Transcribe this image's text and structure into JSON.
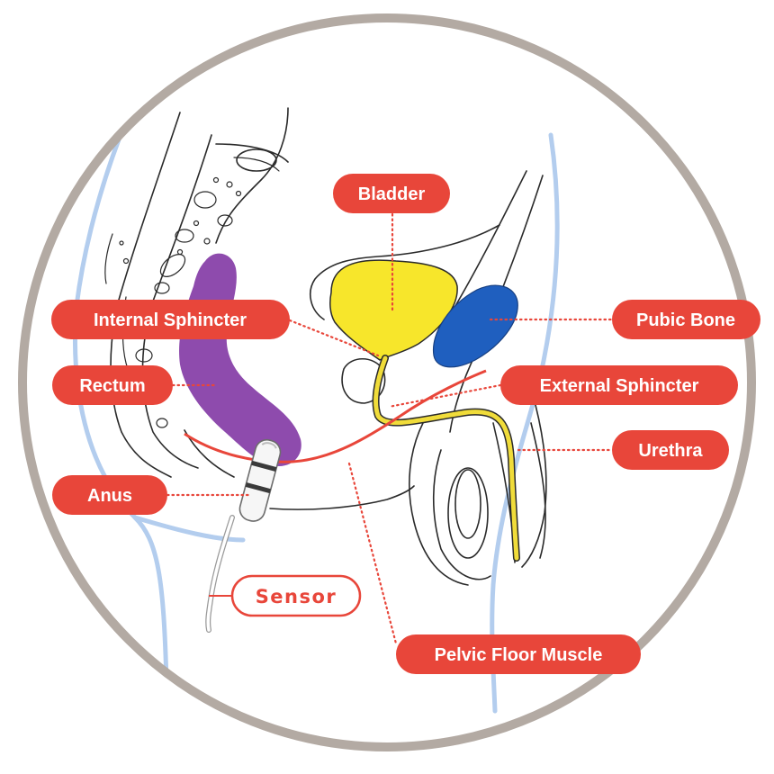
{
  "labels": {
    "bladder": "Bladder",
    "internal_sphincter": "Internal Sphincter",
    "pubic_bone": "Pubic Bone",
    "rectum": "Rectum",
    "external_sphincter": "External Sphincter",
    "urethra": "Urethra",
    "anus": "Anus",
    "sensor": "Sensor",
    "pelvic_floor_muscle": "Pelvic Floor Muscle"
  },
  "colors": {
    "label_fill": "#e8463a",
    "bladder": "#f7e62b",
    "rectum": "#8e4bad",
    "pubic_bone": "#1f5fbf",
    "urethra": "#f0dc3a",
    "pelvic_floor": "#e8463a",
    "frame": "#b3aaa3",
    "skin_outline": "#b3cdee"
  }
}
